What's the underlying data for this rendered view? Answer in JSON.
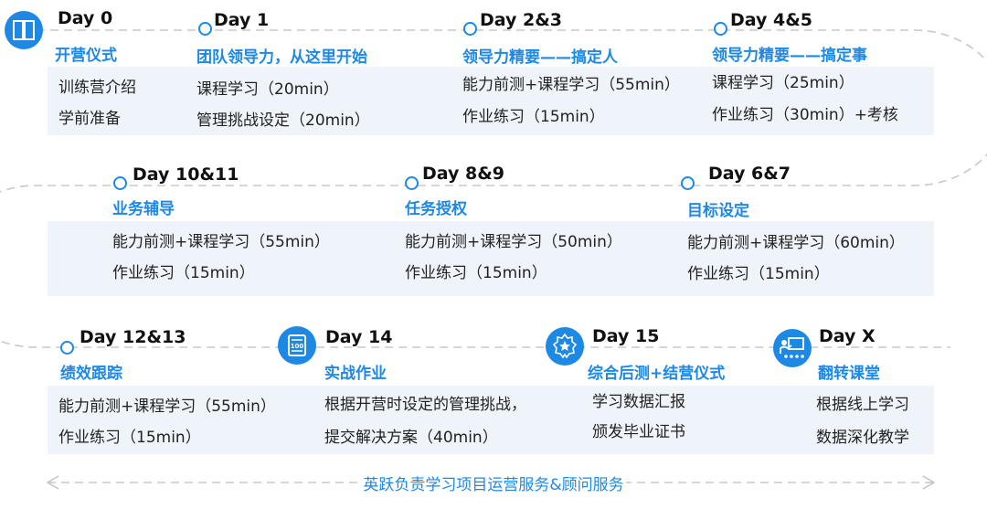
{
  "rows": [
    {
      "steps": [
        {
          "day": "Day 0",
          "title": "开营仪式",
          "lines": [
            "训练营介绍",
            "学前准备"
          ],
          "marker": "book-icon"
        },
        {
          "day": "Day 1",
          "title": "团队领导力，从这里开始",
          "lines": [
            "课程学习（20min）",
            "管理挑战设定（20min）"
          ],
          "marker": "circle"
        },
        {
          "day": "Day 2&3",
          "title": "领导力精要——搞定人",
          "lines": [
            "能力前测+课程学习（55min）",
            "作业练习（15min）"
          ],
          "marker": "circle"
        },
        {
          "day": "Day 4&5",
          "title": "领导力精要——搞定事",
          "lines": [
            "课程学习（25min）",
            "作业练习（30min）+考核"
          ],
          "marker": "circle"
        }
      ]
    },
    {
      "steps": [
        {
          "day": "Day 10&11",
          "title": "业务辅导",
          "lines": [
            "能力前测+课程学习（55min）",
            "作业练习（15min）"
          ],
          "marker": "circle"
        },
        {
          "day": "Day 8&9",
          "title": "任务授权",
          "lines": [
            "能力前测+课程学习（50min）",
            "作业练习（15min）"
          ],
          "marker": "circle"
        },
        {
          "day": "Day 6&7",
          "title": "目标设定",
          "lines": [
            "能力前测+课程学习（60min）",
            "作业练习（15min）"
          ],
          "marker": "circle"
        }
      ]
    },
    {
      "steps": [
        {
          "day": "Day 12&13",
          "title": "绩效跟踪",
          "lines": [
            "能力前测+课程学习（55min）",
            "作业练习（15min）"
          ],
          "marker": "circle"
        },
        {
          "day": "Day 14",
          "title": "实战作业",
          "lines": [
            "根据开营时设定的管理挑战，",
            "提交解决方案（40min）"
          ],
          "marker": "score-100-icon"
        },
        {
          "day": "Day 15",
          "title": "综合后测+结营仪式",
          "lines": [
            "学习数据汇报",
            "颁发毕业证书"
          ],
          "marker": "award-badge-icon"
        },
        {
          "day": "Day X",
          "title": "翻转课堂",
          "lines": [
            "根据线上学习",
            "数据深化教学"
          ],
          "marker": "classroom-teacher-icon"
        }
      ]
    }
  ],
  "footer": "英跃负责学习项目运营服务&顾问服务",
  "colors": {
    "accent": "#1e88e5",
    "band": "#eef4fa",
    "path": "#c8c8c8"
  }
}
